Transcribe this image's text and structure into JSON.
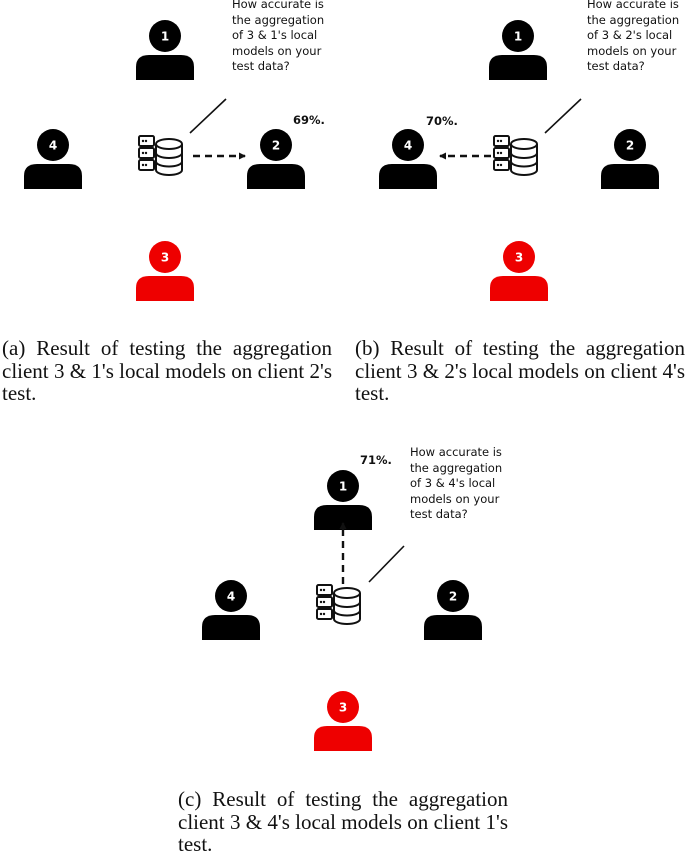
{
  "panels": [
    {
      "id": "a",
      "question": "How accurate is\nthe aggregation\nof 3 & 1's local\nmodels on your\ntest data?",
      "accuracy": "69%.",
      "caption": "(a) Result of testing the aggregation client 3 & 1's local models on client 2's test.",
      "target_client": "2"
    },
    {
      "id": "b",
      "question": "How accurate is\nthe aggregation\nof 3 & 2's local\nmodels on your\ntest data?",
      "accuracy": "70%.",
      "caption": "(b) Result of testing the aggregation client 3 & 2's local models on client 4's test.",
      "target_client": "4"
    },
    {
      "id": "c",
      "question": "How accurate is\nthe aggregation\nof 3 & 4's local\nmodels on your\ntest data?",
      "accuracy": "71%.",
      "caption": "(c) Result of testing the aggregation client 3 & 4's local models on client 1's test.",
      "target_client": "1"
    }
  ],
  "client_labels": {
    "c1": "1",
    "c2": "2",
    "c3": "3",
    "c4": "4"
  },
  "colors": {
    "client": "#000000",
    "highlighted_client": "#ee0000",
    "label_text": "#ffffff"
  },
  "icons": {
    "server": "server-database-icon",
    "client": "person-icon"
  }
}
